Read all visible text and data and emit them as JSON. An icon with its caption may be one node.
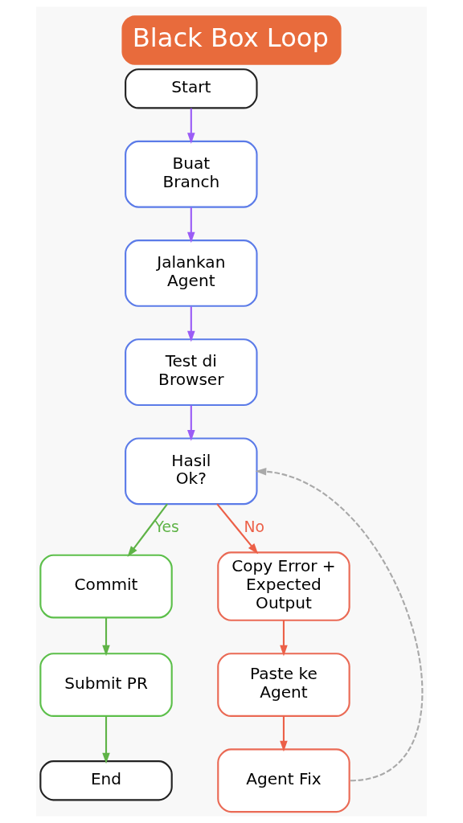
{
  "diagram": {
    "title": "Black Box Loop",
    "nodes": [
      {
        "text": [
          "Start"
        ]
      },
      {
        "text": [
          "Buat Branch"
        ]
      },
      {
        "text": [
          "Jalankan Agent"
        ]
      },
      {
        "text": [
          "Test di Browser"
        ]
      },
      {
        "text": [
          "Hasil Ok?"
        ]
      },
      {
        "text": [
          "Commit"
        ]
      },
      {
        "text": [
          "Copy Error + Expected Output"
        ]
      },
      {
        "text": [
          "Submit PR"
        ]
      },
      {
        "text": [
          "Paste ke Agent"
        ]
      },
      {
        "text": [
          "End"
        ]
      },
      {
        "text": [
          "Agent Fix"
        ]
      }
    ],
    "edges": [
      {
        "from": 0,
        "to": 1,
        "arrow": "to",
        "color": "#9b5cf6"
      },
      {
        "from": 1,
        "to": 2,
        "arrow": "to",
        "color": "#9b5cf6"
      },
      {
        "from": 2,
        "to": 3,
        "arrow": "to",
        "color": "#9b5cf6"
      },
      {
        "from": 3,
        "to": 4,
        "arrow": "to",
        "color": "#9b5cf6"
      },
      {
        "from": 4,
        "to": 5,
        "arrow": "to",
        "label": "Yes",
        "color": "#5fb347"
      },
      {
        "from": 4,
        "to": 6,
        "arrow": "to",
        "label": "No",
        "color": "#ec6048"
      },
      {
        "from": 5,
        "to": 7,
        "arrow": "to",
        "color": "#5fb347"
      },
      {
        "from": 7,
        "to": 9,
        "arrow": "to",
        "color": "#5fb347"
      },
      {
        "from": 6,
        "to": 8,
        "arrow": "to",
        "color": "#ec6048"
      },
      {
        "from": 8,
        "to": 10,
        "arrow": "to",
        "color": "#ec6048"
      },
      {
        "from": 10,
        "to": 4,
        "arrow": "to",
        "style": "dashed",
        "color": "#a9a9a9"
      }
    ]
  }
}
